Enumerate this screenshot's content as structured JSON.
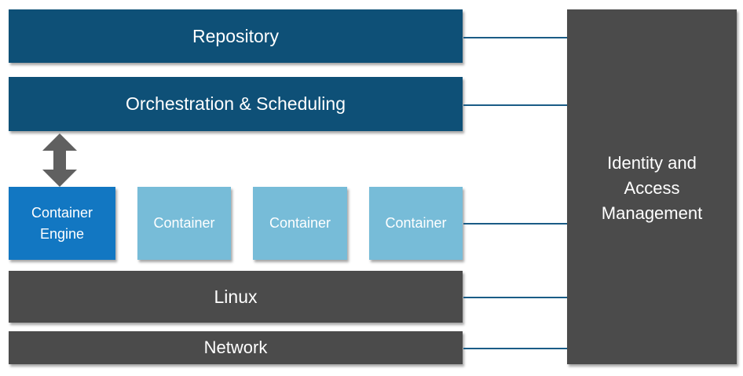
{
  "diagram": {
    "repository_label": "Repository",
    "orchestration_label": "Orchestration & Scheduling",
    "container_engine_label": "Container\nEngine",
    "containers": [
      "Container",
      "Container",
      "Container"
    ],
    "linux_label": "Linux",
    "network_label": "Network",
    "iam_label": "Identity and\nAccess\nManagement"
  },
  "colors": {
    "dark_blue": "#0e5077",
    "mid_blue": "#1277c2",
    "light_blue": "#77bcd8",
    "gray": "#4b4b4b",
    "connector": "#1a5c86"
  },
  "icons": {
    "engine_link": "double-arrow-vertical-icon"
  }
}
